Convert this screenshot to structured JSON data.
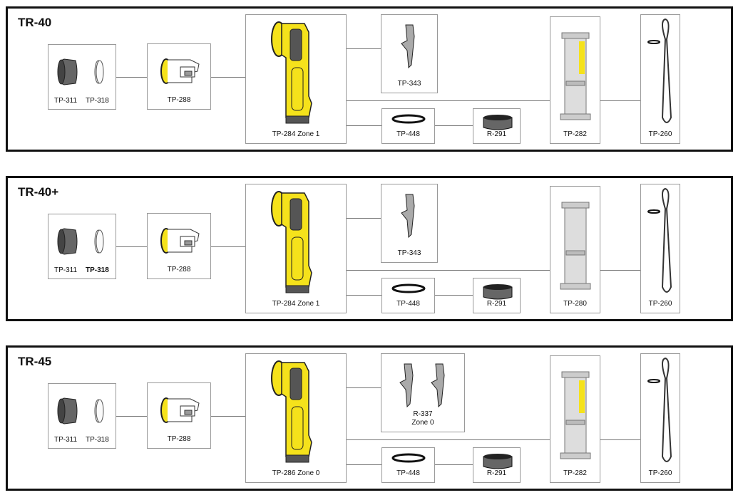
{
  "colors": {
    "yellow": "#f5e21b",
    "border": "#111111"
  },
  "panels": [
    {
      "title": "TR-40",
      "lens_labels": [
        "TP-311",
        "TP-318"
      ],
      "lens_bold": false,
      "bezel": "TP-288",
      "body": "TP-284 Zone 1",
      "clip": [
        "TP-343"
      ],
      "oring": "TP-448",
      "ring": "R-291",
      "base": "TP-282",
      "base_yellow": true,
      "strap": "TP-260"
    },
    {
      "title": "TR-40+",
      "lens_labels": [
        "TP-311",
        "TP-318"
      ],
      "lens_bold": true,
      "bezel": "TP-288",
      "body": "TP-284 Zone 1",
      "clip": [
        "TP-343"
      ],
      "oring": "TP-448",
      "ring": "R-291",
      "base": "TP-280",
      "base_yellow": false,
      "strap": "TP-260"
    },
    {
      "title": "TR-45",
      "lens_labels": [
        "TP-311",
        "TP-318"
      ],
      "lens_bold": false,
      "bezel": "TP-288",
      "body": "TP-286 Zone 0",
      "clip": [
        "R-337",
        "Zone 0"
      ],
      "oring": "TP-448",
      "ring": "R-291",
      "base": "TP-282",
      "base_yellow": true,
      "strap": "TP-260"
    }
  ]
}
